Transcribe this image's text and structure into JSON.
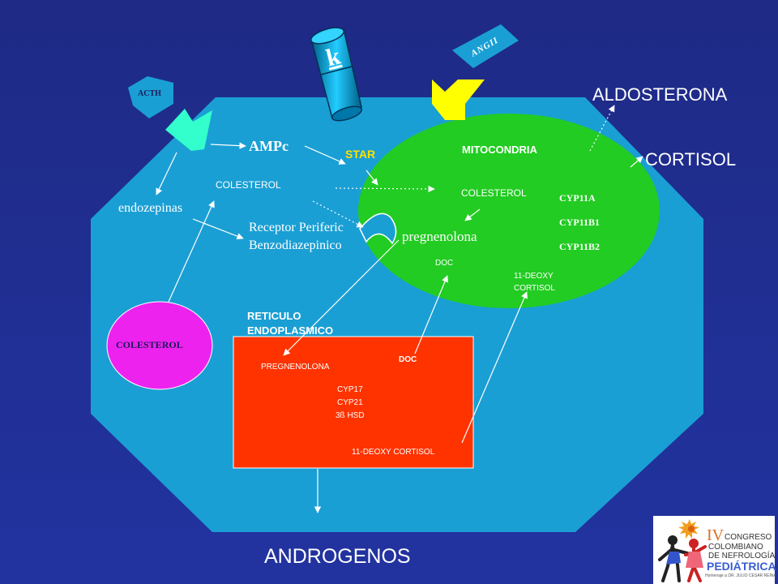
{
  "colors": {
    "background": "#1e2a85",
    "cell": "#1a9fd4",
    "mitochondria": "#22cc22",
    "reticulum": "#ff3300",
    "cholesterol_blob": "#ee22ee",
    "acth_receptor": "#33ffcc",
    "angii_receptor": "#ffff00",
    "k_channel": "#00aadd"
  },
  "labels": {
    "acth": "ACTH",
    "k": "k",
    "angii": "ANGII",
    "aldosterona": "ALDOSTERONA",
    "cortisol": "CORTISOL",
    "ampc": "AMPc",
    "star": "STAR",
    "mitocondria": "MITOCONDRIA",
    "colesterol_cell": "COLESTEROL",
    "colesterol_mito": "COLESTEROL",
    "cyp11a": "CYP11A",
    "cyp11b1": "CYP11B1",
    "cyp11b2": "CYP11B2",
    "endozepinas": "endozepinas",
    "receptor_line1": "Receptor Periferic",
    "receptor_line2": "Benzodiazepinico",
    "pregnenolona_mito": "pregnenolona",
    "doc_mito": "DOC",
    "deoxy_mito_line1": "11-DEOXY",
    "deoxy_mito_line2": "CORTISOL",
    "reticulo_line1": "RETICULO",
    "reticulo_line2": "ENDOPLASMICO",
    "colesterol_blob": "COLESTEROL",
    "pregnenolona_er": "PREGNENOLONA",
    "doc_er": "DOC",
    "cyp17": "CYP17",
    "cyp21": "CYP21",
    "hsd": "3ß HSD",
    "deoxy_er": "11-DEOXY  CORTISOL",
    "androgenos": "ANDROGENOS"
  },
  "logo": {
    "iv": "IV",
    "line1": "CONGRESO",
    "line2": "COLOMBIANO",
    "line3": "DE NEFROLOGÍA",
    "line4": "PEDIÁTRICA",
    "line5": "Homenaje a DR. JULIO CESAR REINA"
  }
}
